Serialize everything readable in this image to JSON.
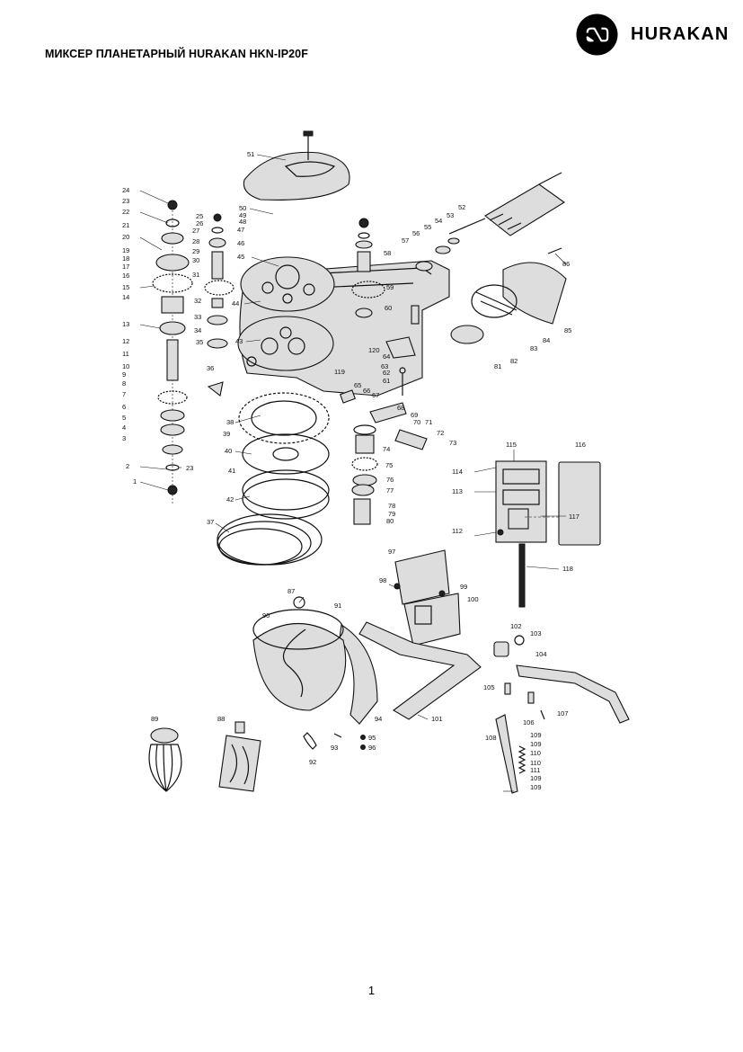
{
  "header": {
    "title": "МИКСЕР ПЛАНЕТАРНЫЙ HURAKAN HKN-IP20F",
    "brand_name": "HURAKAN",
    "brand_color": "#000000"
  },
  "diagram": {
    "labels": {
      "l1": "1",
      "l2": "2",
      "l3": "3",
      "l4": "4",
      "l5": "5",
      "l6": "6",
      "l7": "7",
      "l8": "8",
      "l9": "9",
      "l10": "10",
      "l11": "11",
      "l12": "12",
      "l13": "13",
      "l14": "14",
      "l15": "15",
      "l16": "16",
      "l17": "17",
      "l18": "18",
      "l19": "19",
      "l20": "20",
      "l21": "21",
      "l22": "22",
      "l23": "23",
      "l24": "24",
      "l25": "25",
      "l26": "26",
      "l27": "27",
      "l28": "28",
      "l29": "29",
      "l30": "30",
      "l31": "31",
      "l32": "32",
      "l33": "33",
      "l34": "34",
      "l35": "35",
      "l36": "36",
      "l37": "37",
      "l38": "38",
      "l39": "39",
      "l40": "40",
      "l41": "41",
      "l42": "42",
      "l43": "43",
      "l44": "44",
      "l45": "45",
      "l46": "46",
      "l47": "47",
      "l48": "48",
      "l49": "49",
      "l50": "50",
      "l51": "51",
      "l52": "52",
      "l53": "53",
      "l54": "54",
      "l55": "55",
      "l56": "56",
      "l57": "57",
      "l58": "58",
      "l59": "59",
      "l60": "60",
      "l61": "61",
      "l62": "62",
      "l63": "63",
      "l64": "64",
      "l65": "65",
      "l66": "66",
      "l67": "67",
      "l68": "68",
      "l69": "69",
      "l70": "70",
      "l71": "71",
      "l72": "72",
      "l73": "73",
      "l74": "74",
      "l75": "75",
      "l76": "76",
      "l77": "77",
      "l78": "78",
      "l79": "79",
      "l80": "80",
      "l81": "81",
      "l82": "82",
      "l83": "83",
      "l84": "84",
      "l85": "85",
      "l86": "86",
      "l87": "87",
      "l88": "88",
      "l89": "89",
      "l90": "90",
      "l91": "91",
      "l92": "92",
      "l93": "93",
      "l94": "94",
      "l95": "95",
      "l96": "96",
      "l97": "97",
      "l98": "98",
      "l99": "99",
      "l100": "100",
      "l101": "101",
      "l102": "102",
      "l103": "103",
      "l104": "104",
      "l105": "105",
      "l106": "106",
      "l107": "107",
      "l108": "108",
      "l109": "109",
      "l110": "110",
      "l111": "111",
      "l112": "112",
      "l113": "113",
      "l114": "114",
      "l115": "115",
      "l116": "116",
      "l117": "117",
      "l118": "118",
      "l119": "119",
      "l120": "120"
    }
  },
  "footer": {
    "page_number": "1"
  }
}
